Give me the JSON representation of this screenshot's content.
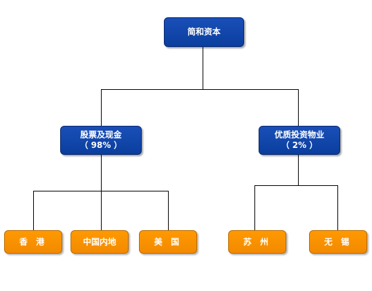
{
  "diagram": {
    "root": {
      "label": "简和资本"
    },
    "branches": [
      {
        "label": "股票及现金",
        "share": "（ 98% ）",
        "children": [
          {
            "label": "香 港"
          },
          {
            "label": "中国内地"
          },
          {
            "label": "美 国"
          }
        ]
      },
      {
        "label": "优质投资物业",
        "share": "（ 2% ）",
        "children": [
          {
            "label": "苏 州"
          },
          {
            "label": "无 锡"
          }
        ]
      }
    ],
    "colors": {
      "level1_fill": "#0a3e9e",
      "level3_fill": "#f28a00",
      "connector": "#000000",
      "text": "#ffffff"
    }
  }
}
